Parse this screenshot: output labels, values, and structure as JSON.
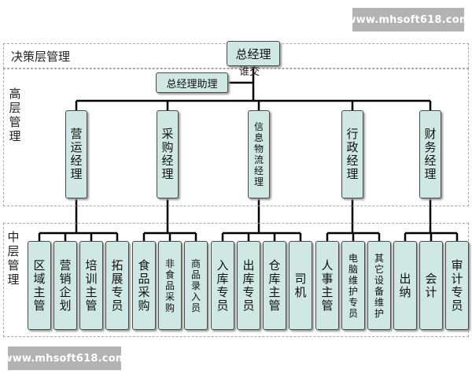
{
  "watermark_text": "www.mhsoft618.com",
  "bands": {
    "decision": "决策层管理",
    "upper": "高层管理",
    "middle": "中层管理"
  },
  "ceo": {
    "label": "总经理",
    "sub_text": "谁交"
  },
  "ceo_assistant": "总经理助理",
  "managers": [
    {
      "label": "营运经理",
      "staff": [
        "区域主管",
        "营销企划",
        "培训主管",
        "拓展专员"
      ]
    },
    {
      "label": "采购经理",
      "staff": [
        "食品采购",
        "非食品采购",
        "商品录入员"
      ]
    },
    {
      "label": "信息物流经理",
      "staff": [
        "入库专员",
        "出库专员",
        "仓库主管",
        "司机"
      ]
    },
    {
      "label": "行政经理",
      "staff": [
        "人事主管",
        "电脑维护专员",
        "其它设备维护"
      ]
    },
    {
      "label": "财务经理",
      "staff": [
        "出纳",
        "会计",
        "审计专员"
      ]
    }
  ],
  "colors": {
    "node_fill": "#cfe8e3",
    "node_border": "#4a4a4a",
    "line": "#000000",
    "watermark_bg": "#b3b3b3"
  }
}
